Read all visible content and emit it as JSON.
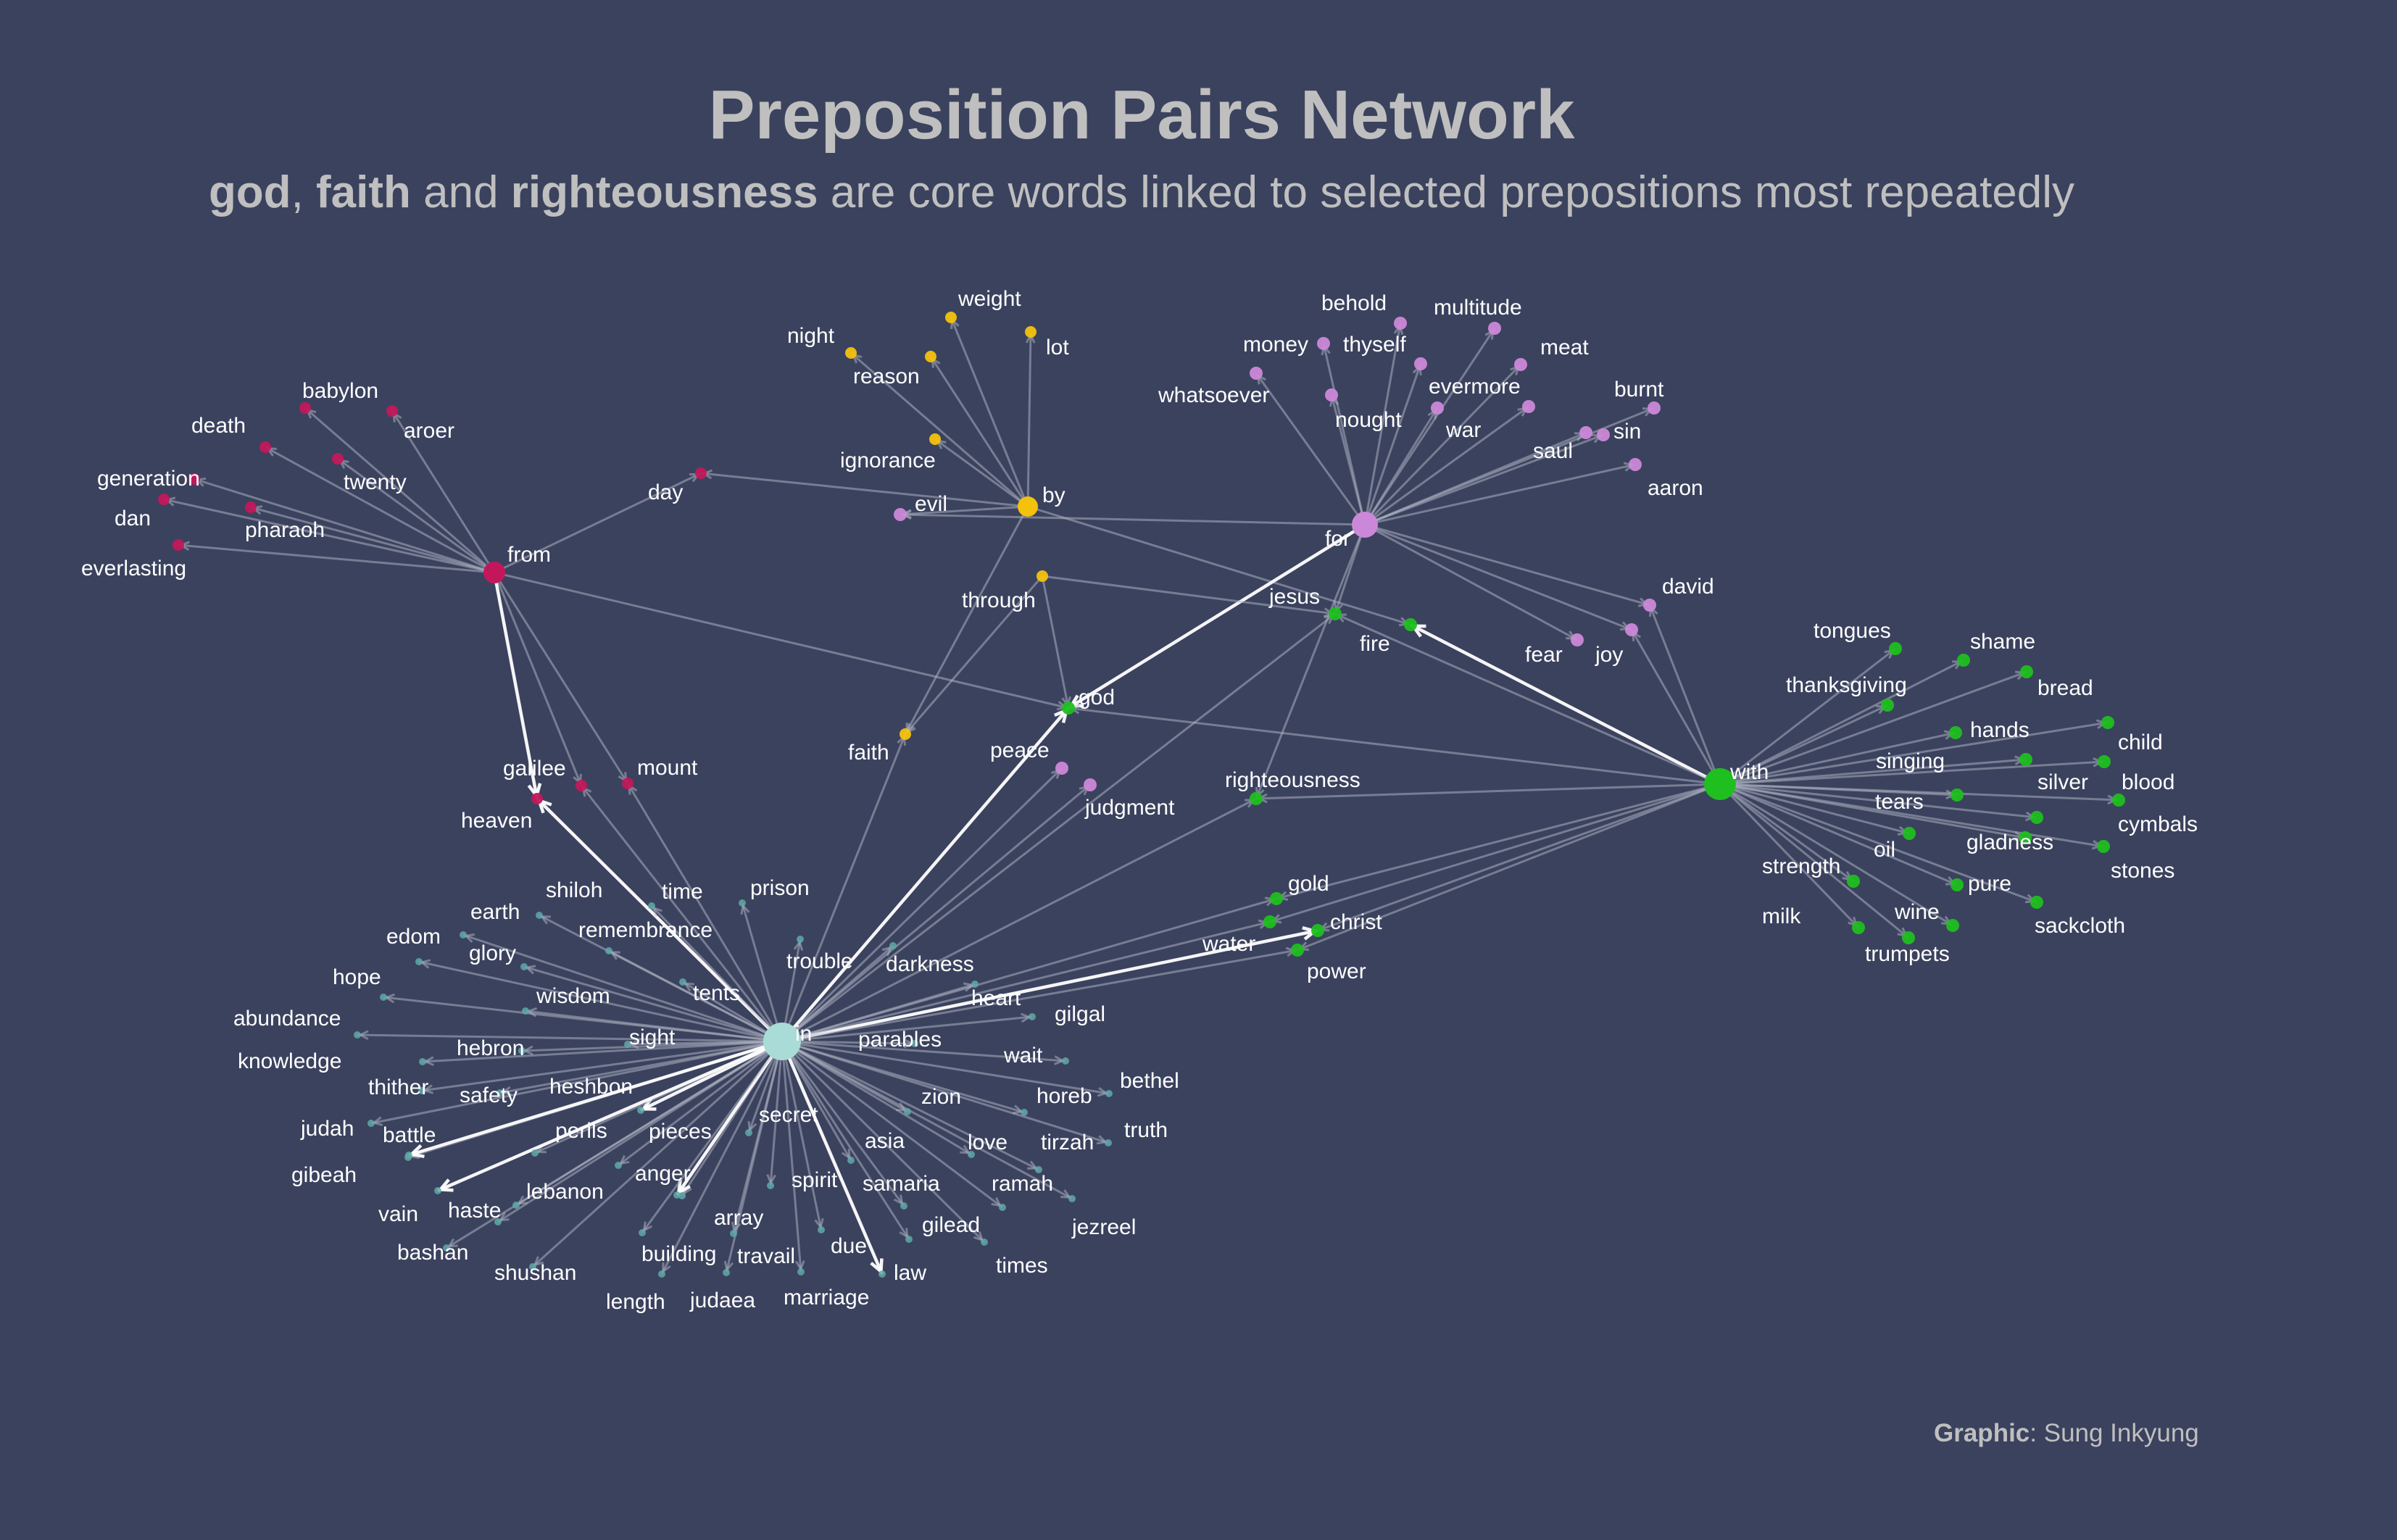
{
  "title": "Preposition Pairs Network",
  "subtitle": {
    "w1": "god",
    "sep1": ", ",
    "w2": "faith",
    "sep2": " and ",
    "w3": "righteousness",
    "rest": " are core words linked to selected prepositions most repeatedly"
  },
  "credit": {
    "label": "Graphic",
    "sep": ": ",
    "name": "Sung Inkyung"
  },
  "colors": {
    "background": "#3b425e",
    "in": "#5fa8a8",
    "from": "#c2185b",
    "by": "#f4c20d",
    "for": "#cc88d8",
    "with": "#1fbf1f"
  },
  "hubs": [
    {
      "id": "in",
      "label": "in",
      "group": "in"
    },
    {
      "id": "from",
      "label": "from",
      "group": "from"
    },
    {
      "id": "by",
      "label": "by",
      "group": "by"
    },
    {
      "id": "for",
      "label": "for",
      "group": "for"
    },
    {
      "id": "with",
      "label": "with",
      "group": "with"
    }
  ],
  "nodes": [
    {
      "label": "babylon",
      "group": "from"
    },
    {
      "label": "aroer",
      "group": "from"
    },
    {
      "label": "death",
      "group": "from"
    },
    {
      "label": "twenty",
      "group": "from"
    },
    {
      "label": "generation",
      "group": "from"
    },
    {
      "label": "dan",
      "group": "from"
    },
    {
      "label": "pharaoh",
      "group": "from"
    },
    {
      "label": "everlasting",
      "group": "from"
    },
    {
      "label": "day",
      "group": "from"
    },
    {
      "label": "galilee",
      "group": "from"
    },
    {
      "label": "heaven",
      "group": "from"
    },
    {
      "label": "mount",
      "group": "from"
    },
    {
      "label": "weight",
      "group": "by"
    },
    {
      "label": "night",
      "group": "by"
    },
    {
      "label": "lot",
      "group": "by"
    },
    {
      "label": "reason",
      "group": "by"
    },
    {
      "label": "ignorance",
      "group": "by"
    },
    {
      "label": "through",
      "group": "by"
    },
    {
      "label": "faith",
      "group": "by"
    },
    {
      "label": "behold",
      "group": "for"
    },
    {
      "label": "multitude",
      "group": "for"
    },
    {
      "label": "money",
      "group": "for"
    },
    {
      "label": "thyself",
      "group": "for"
    },
    {
      "label": "meat",
      "group": "for"
    },
    {
      "label": "whatsoever",
      "group": "for"
    },
    {
      "label": "evermore",
      "group": "for"
    },
    {
      "label": "nought",
      "group": "for"
    },
    {
      "label": "burnt",
      "group": "for"
    },
    {
      "label": "war",
      "group": "for"
    },
    {
      "label": "sin",
      "group": "for"
    },
    {
      "label": "saul",
      "group": "for"
    },
    {
      "label": "aaron",
      "group": "for"
    },
    {
      "label": "evil",
      "group": "for"
    },
    {
      "label": "david",
      "group": "for"
    },
    {
      "label": "fear",
      "group": "for"
    },
    {
      "label": "joy",
      "group": "for"
    },
    {
      "label": "peace",
      "group": "for"
    },
    {
      "label": "judgment",
      "group": "for"
    },
    {
      "label": "jesus",
      "group": "with"
    },
    {
      "label": "fire",
      "group": "with"
    },
    {
      "label": "god",
      "group": "with"
    },
    {
      "label": "righteousness",
      "group": "with"
    },
    {
      "label": "gold",
      "group": "with"
    },
    {
      "label": "christ",
      "group": "with"
    },
    {
      "label": "water",
      "group": "with"
    },
    {
      "label": "power",
      "group": "with"
    },
    {
      "label": "tongues",
      "group": "with"
    },
    {
      "label": "shame",
      "group": "with"
    },
    {
      "label": "thanksgiving",
      "group": "with"
    },
    {
      "label": "bread",
      "group": "with"
    },
    {
      "label": "hands",
      "group": "with"
    },
    {
      "label": "child",
      "group": "with"
    },
    {
      "label": "singing",
      "group": "with"
    },
    {
      "label": "silver",
      "group": "with"
    },
    {
      "label": "blood",
      "group": "with"
    },
    {
      "label": "tears",
      "group": "with"
    },
    {
      "label": "cymbals",
      "group": "with"
    },
    {
      "label": "oil",
      "group": "with"
    },
    {
      "label": "gladness",
      "group": "with"
    },
    {
      "label": "stones",
      "group": "with"
    },
    {
      "label": "strength",
      "group": "with"
    },
    {
      "label": "pure",
      "group": "with"
    },
    {
      "label": "milk",
      "group": "with"
    },
    {
      "label": "wine",
      "group": "with"
    },
    {
      "label": "sackcloth",
      "group": "with"
    },
    {
      "label": "trumpets",
      "group": "with"
    },
    {
      "label": "shiloh",
      "group": "in"
    },
    {
      "label": "time",
      "group": "in"
    },
    {
      "label": "prison",
      "group": "in"
    },
    {
      "label": "earth",
      "group": "in"
    },
    {
      "label": "remembrance",
      "group": "in"
    },
    {
      "label": "edom",
      "group": "in"
    },
    {
      "label": "glory",
      "group": "in"
    },
    {
      "label": "trouble",
      "group": "in"
    },
    {
      "label": "darkness",
      "group": "in"
    },
    {
      "label": "hope",
      "group": "in"
    },
    {
      "label": "wisdom",
      "group": "in"
    },
    {
      "label": "tents",
      "group": "in"
    },
    {
      "label": "heart",
      "group": "in"
    },
    {
      "label": "abundance",
      "group": "in"
    },
    {
      "label": "gilgal",
      "group": "in"
    },
    {
      "label": "sight",
      "group": "in"
    },
    {
      "label": "parables",
      "group": "in"
    },
    {
      "label": "knowledge",
      "group": "in"
    },
    {
      "label": "hebron",
      "group": "in"
    },
    {
      "label": "wait",
      "group": "in"
    },
    {
      "label": "bethel",
      "group": "in"
    },
    {
      "label": "thither",
      "group": "in"
    },
    {
      "label": "heshbon",
      "group": "in"
    },
    {
      "label": "safety",
      "group": "in"
    },
    {
      "label": "zion",
      "group": "in"
    },
    {
      "label": "horeb",
      "group": "in"
    },
    {
      "label": "secret",
      "group": "in"
    },
    {
      "label": "judah",
      "group": "in"
    },
    {
      "label": "truth",
      "group": "in"
    },
    {
      "label": "battle",
      "group": "in"
    },
    {
      "label": "perils",
      "group": "in"
    },
    {
      "label": "pieces",
      "group": "in"
    },
    {
      "label": "asia",
      "group": "in"
    },
    {
      "label": "love",
      "group": "in"
    },
    {
      "label": "tirzah",
      "group": "in"
    },
    {
      "label": "gibeah",
      "group": "in"
    },
    {
      "label": "anger",
      "group": "in"
    },
    {
      "label": "spirit",
      "group": "in"
    },
    {
      "label": "samaria",
      "group": "in"
    },
    {
      "label": "ramah",
      "group": "in"
    },
    {
      "label": "lebanon",
      "group": "in"
    },
    {
      "label": "vain",
      "group": "in"
    },
    {
      "label": "haste",
      "group": "in"
    },
    {
      "label": "array",
      "group": "in"
    },
    {
      "label": "jezreel",
      "group": "in"
    },
    {
      "label": "gilead",
      "group": "in"
    },
    {
      "label": "bashan",
      "group": "in"
    },
    {
      "label": "due",
      "group": "in"
    },
    {
      "label": "building",
      "group": "in"
    },
    {
      "label": "travail",
      "group": "in"
    },
    {
      "label": "times",
      "group": "in"
    },
    {
      "label": "law",
      "group": "in"
    },
    {
      "label": "shushan",
      "group": "in"
    },
    {
      "label": "length",
      "group": "in"
    },
    {
      "label": "judaea",
      "group": "in"
    },
    {
      "label": "marriage",
      "group": "in"
    }
  ],
  "edges": [
    [
      "from",
      "babylon"
    ],
    [
      "from",
      "aroer"
    ],
    [
      "from",
      "death"
    ],
    [
      "from",
      "twenty"
    ],
    [
      "from",
      "generation"
    ],
    [
      "from",
      "dan"
    ],
    [
      "from",
      "pharaoh"
    ],
    [
      "from",
      "everlasting"
    ],
    [
      "from",
      "day"
    ],
    [
      "from",
      "galilee"
    ],
    [
      "from",
      "heaven"
    ],
    [
      "from",
      "mount"
    ],
    [
      "by",
      "day"
    ],
    [
      "by",
      "weight"
    ],
    [
      "by",
      "night"
    ],
    [
      "by",
      "lot"
    ],
    [
      "by",
      "reason"
    ],
    [
      "by",
      "ignorance"
    ],
    [
      "by",
      "faith"
    ],
    [
      "by",
      "fire"
    ],
    [
      "by",
      "evil"
    ],
    [
      "for",
      "evil"
    ],
    [
      "for",
      "behold"
    ],
    [
      "for",
      "multitude"
    ],
    [
      "for",
      "money"
    ],
    [
      "for",
      "thyself"
    ],
    [
      "for",
      "meat"
    ],
    [
      "for",
      "whatsoever"
    ],
    [
      "for",
      "evermore"
    ],
    [
      "for",
      "nought"
    ],
    [
      "for",
      "burnt"
    ],
    [
      "for",
      "war"
    ],
    [
      "for",
      "sin"
    ],
    [
      "for",
      "saul"
    ],
    [
      "for",
      "aaron"
    ],
    [
      "for",
      "david"
    ],
    [
      "for",
      "fear"
    ],
    [
      "for",
      "joy"
    ],
    [
      "for",
      "god"
    ],
    [
      "for",
      "righteousness"
    ],
    [
      "for",
      "jesus"
    ],
    [
      "through",
      "faith"
    ],
    [
      "through",
      "god"
    ],
    [
      "through",
      "jesus"
    ],
    [
      "with",
      "god"
    ],
    [
      "with",
      "fire"
    ],
    [
      "with",
      "jesus"
    ],
    [
      "with",
      "righteousness"
    ],
    [
      "with",
      "gold"
    ],
    [
      "with",
      "christ"
    ],
    [
      "with",
      "water"
    ],
    [
      "with",
      "power"
    ],
    [
      "with",
      "tongues"
    ],
    [
      "with",
      "shame"
    ],
    [
      "with",
      "thanksgiving"
    ],
    [
      "with",
      "bread"
    ],
    [
      "with",
      "hands"
    ],
    [
      "with",
      "child"
    ],
    [
      "with",
      "singing"
    ],
    [
      "with",
      "silver"
    ],
    [
      "with",
      "blood"
    ],
    [
      "with",
      "tears"
    ],
    [
      "with",
      "cymbals"
    ],
    [
      "with",
      "oil"
    ],
    [
      "with",
      "gladness"
    ],
    [
      "with",
      "stones"
    ],
    [
      "with",
      "strength"
    ],
    [
      "with",
      "pure"
    ],
    [
      "with",
      "milk"
    ],
    [
      "with",
      "wine"
    ],
    [
      "with",
      "sackcloth"
    ],
    [
      "with",
      "trumpets"
    ],
    [
      "with",
      "david"
    ],
    [
      "with",
      "joy"
    ],
    [
      "from",
      "god"
    ],
    [
      "in",
      "heaven"
    ],
    [
      "in",
      "god"
    ],
    [
      "in",
      "peace"
    ],
    [
      "in",
      "judgment"
    ],
    [
      "in",
      "righteousness"
    ],
    [
      "in",
      "faith"
    ],
    [
      "in",
      "gold"
    ],
    [
      "in",
      "christ"
    ],
    [
      "in",
      "water"
    ],
    [
      "in",
      "power"
    ],
    [
      "in",
      "jesus"
    ],
    [
      "in",
      "galilee"
    ],
    [
      "in",
      "mount"
    ],
    [
      "in",
      "shiloh"
    ],
    [
      "in",
      "time"
    ],
    [
      "in",
      "prison"
    ],
    [
      "in",
      "earth"
    ],
    [
      "in",
      "remembrance"
    ],
    [
      "in",
      "edom"
    ],
    [
      "in",
      "glory"
    ],
    [
      "in",
      "trouble"
    ],
    [
      "in",
      "darkness"
    ],
    [
      "in",
      "hope"
    ],
    [
      "in",
      "wisdom"
    ],
    [
      "in",
      "tents"
    ],
    [
      "in",
      "heart"
    ],
    [
      "in",
      "abundance"
    ],
    [
      "in",
      "gilgal"
    ],
    [
      "in",
      "sight"
    ],
    [
      "in",
      "parables"
    ],
    [
      "in",
      "knowledge"
    ],
    [
      "in",
      "hebron"
    ],
    [
      "in",
      "wait"
    ],
    [
      "in",
      "bethel"
    ],
    [
      "in",
      "thither"
    ],
    [
      "in",
      "heshbon"
    ],
    [
      "in",
      "safety"
    ],
    [
      "in",
      "zion"
    ],
    [
      "in",
      "horeb"
    ],
    [
      "in",
      "secret"
    ],
    [
      "in",
      "judah"
    ],
    [
      "in",
      "truth"
    ],
    [
      "in",
      "battle"
    ],
    [
      "in",
      "perils"
    ],
    [
      "in",
      "pieces"
    ],
    [
      "in",
      "asia"
    ],
    [
      "in",
      "love"
    ],
    [
      "in",
      "tirzah"
    ],
    [
      "in",
      "gibeah"
    ],
    [
      "in",
      "anger"
    ],
    [
      "in",
      "spirit"
    ],
    [
      "in",
      "samaria"
    ],
    [
      "in",
      "ramah"
    ],
    [
      "in",
      "lebanon"
    ],
    [
      "in",
      "vain"
    ],
    [
      "in",
      "haste"
    ],
    [
      "in",
      "array"
    ],
    [
      "in",
      "jezreel"
    ],
    [
      "in",
      "gilead"
    ],
    [
      "in",
      "bashan"
    ],
    [
      "in",
      "due"
    ],
    [
      "in",
      "building"
    ],
    [
      "in",
      "travail"
    ],
    [
      "in",
      "times"
    ],
    [
      "in",
      "law"
    ],
    [
      "in",
      "shushan"
    ],
    [
      "in",
      "length"
    ],
    [
      "in",
      "judaea"
    ],
    [
      "in",
      "marriage"
    ]
  ],
  "strong_edges": [
    [
      "from",
      "heaven"
    ],
    [
      "in",
      "heaven"
    ],
    [
      "with",
      "fire"
    ],
    [
      "in",
      "christ"
    ],
    [
      "in",
      "god"
    ],
    [
      "in",
      "gibeah"
    ],
    [
      "in",
      "vain"
    ],
    [
      "in",
      "law"
    ],
    [
      "in",
      "array"
    ],
    [
      "in",
      "heshbon"
    ],
    [
      "for",
      "god"
    ]
  ]
}
